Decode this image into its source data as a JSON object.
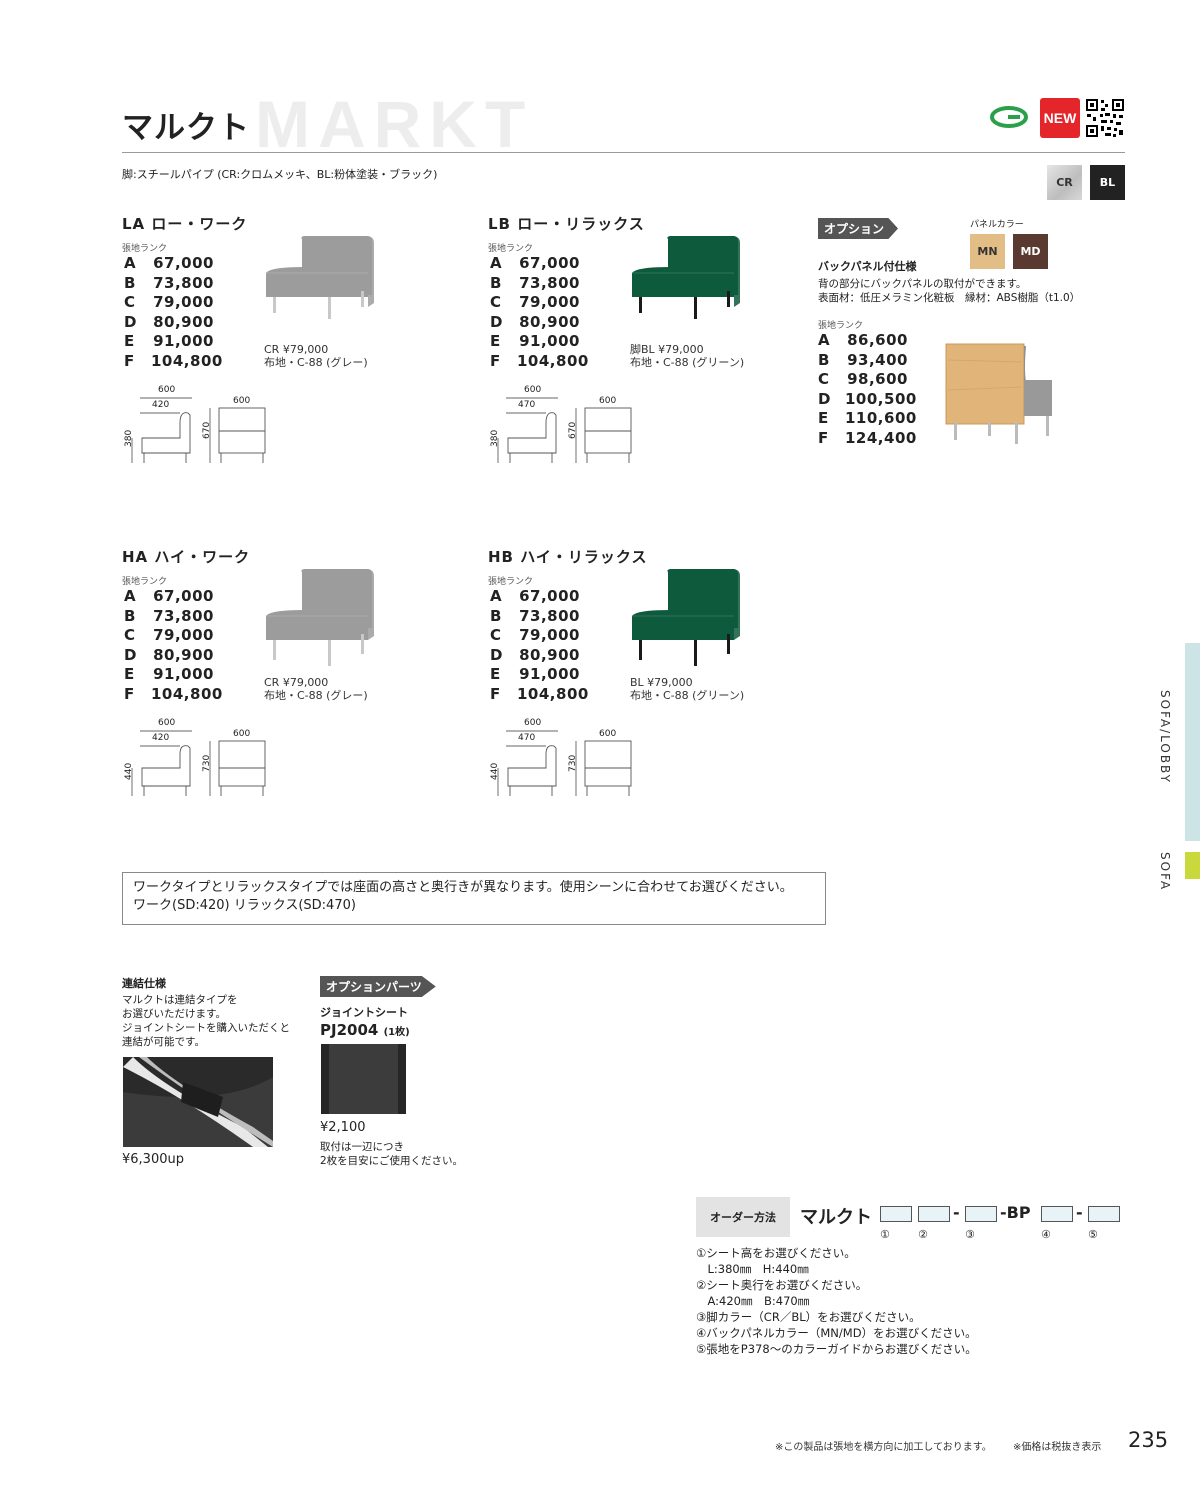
{
  "header": {
    "title_jp": "マルクト",
    "title_en": "MARKT",
    "leg_note": "脚:スチールパイプ (CR:クロムメッキ、BL:粉体塗装・ブラック)",
    "new_badge": "NEW",
    "leg_colors": [
      "CR",
      "BL"
    ]
  },
  "products": [
    {
      "title": "LA ロー・ワーク",
      "rank_label": "張地ランク",
      "prices": [
        [
          "A",
          "67,000"
        ],
        [
          "B",
          "73,800"
        ],
        [
          "C",
          "79,000"
        ],
        [
          "D",
          "80,900"
        ],
        [
          "E",
          "91,000"
        ],
        [
          "F",
          "104,800"
        ]
      ],
      "leg_price": "CR ¥79,000",
      "fabric": "布地・C-88 (グレー)",
      "color": "#9c9c9c",
      "leg_color": "#c8c8c8",
      "dims": {
        "w_top": "600",
        "sd": "420",
        "w_front": "600",
        "sh": "380",
        "h": "670"
      }
    },
    {
      "title": "LB ロー・リラックス",
      "rank_label": "張地ランク",
      "prices": [
        [
          "A",
          "67,000"
        ],
        [
          "B",
          "73,800"
        ],
        [
          "C",
          "79,000"
        ],
        [
          "D",
          "80,900"
        ],
        [
          "E",
          "91,000"
        ],
        [
          "F",
          "104,800"
        ]
      ],
      "leg_price": "脚BL ¥79,000",
      "fabric": "布地・C-88 (グリーン)",
      "color": "#0e5a3d",
      "leg_color": "#1a1a1a",
      "dims": {
        "w_top": "600",
        "sd": "470",
        "w_front": "600",
        "sh": "380",
        "h": "670"
      }
    },
    {
      "title": "HA ハイ・ワーク",
      "rank_label": "張地ランク",
      "prices": [
        [
          "A",
          "67,000"
        ],
        [
          "B",
          "73,800"
        ],
        [
          "C",
          "79,000"
        ],
        [
          "D",
          "80,900"
        ],
        [
          "E",
          "91,000"
        ],
        [
          "F",
          "104,800"
        ]
      ],
      "leg_price": "CR ¥79,000",
      "fabric": "布地・C-88 (グレー)",
      "color": "#9c9c9c",
      "leg_color": "#c8c8c8",
      "dims": {
        "w_top": "600",
        "sd": "420",
        "w_front": "600",
        "sh": "440",
        "h": "730"
      }
    },
    {
      "title": "HB ハイ・リラックス",
      "rank_label": "張地ランク",
      "prices": [
        [
          "A",
          "67,000"
        ],
        [
          "B",
          "73,800"
        ],
        [
          "C",
          "79,000"
        ],
        [
          "D",
          "80,900"
        ],
        [
          "E",
          "91,000"
        ],
        [
          "F",
          "104,800"
        ]
      ],
      "leg_price": "BL ¥79,000",
      "fabric": "布地・C-88 (グリーン)",
      "color": "#0e5a3d",
      "leg_color": "#1a1a1a",
      "dims": {
        "w_top": "600",
        "sd": "470",
        "w_front": "600",
        "sh": "440",
        "h": "730"
      }
    }
  ],
  "option": {
    "tag": "オプション",
    "panel_color_label": "パネルカラー",
    "panel_colors": [
      "MN",
      "MD"
    ],
    "title": "バックパネル付仕様",
    "desc1": "背の部分にバックパネルの取付ができます。",
    "desc2": "表面材：低圧メラミン化粧板　縁材：ABS樹脂（t1.0）",
    "rank_label": "張地ランク",
    "prices": [
      [
        "A",
        "86,600"
      ],
      [
        "B",
        "93,400"
      ],
      [
        "C",
        "98,600"
      ],
      [
        "D",
        "100,500"
      ],
      [
        "E",
        "110,600"
      ],
      [
        "F",
        "124,400"
      ]
    ]
  },
  "note": {
    "line1": "ワークタイプとリラックスタイプでは座面の高さと奥行きが異なります。使用シーンに合わせてお選びください。",
    "line2": "ワーク(SD:420) リラックス(SD:470)"
  },
  "joint": {
    "title": "連結仕様",
    "desc": [
      "マルクトは連結タイプを",
      "お選びいただけます。",
      "ジョイントシートを購入いただくと",
      "連結が可能です。"
    ],
    "price": "¥6,300up"
  },
  "parts": {
    "tag": "オプションパーツ",
    "name": "ジョイントシート",
    "code": "PJ2004",
    "qty": "(1枚)",
    "price": "¥2,100",
    "note1": "取付は一辺につき",
    "note2": "2枚を目安にご使用ください。"
  },
  "order": {
    "label": "オーダー方法",
    "title": "マルクト",
    "bp": "-BP",
    "nums": [
      "①",
      "②",
      "③",
      "④",
      "⑤"
    ],
    "steps": [
      "①シート高をお選びください。",
      "　L:380㎜　H:440㎜",
      "②シート奥行をお選びください。",
      "　A:420㎜　B:470㎜",
      "③脚カラー（CR／BL）をお選びください。",
      "④バックパネルカラー（MN/MD）をお選びください。",
      "⑤張地をP378～のカラーガイドからお選びください。"
    ]
  },
  "side": {
    "cat1": "SOFA/LOBBY",
    "cat2": "SOFA"
  },
  "footer": {
    "note1": "※この製品は張地を横方向に加工しております。",
    "note2": "※価格は税抜き表示",
    "page": "235"
  }
}
